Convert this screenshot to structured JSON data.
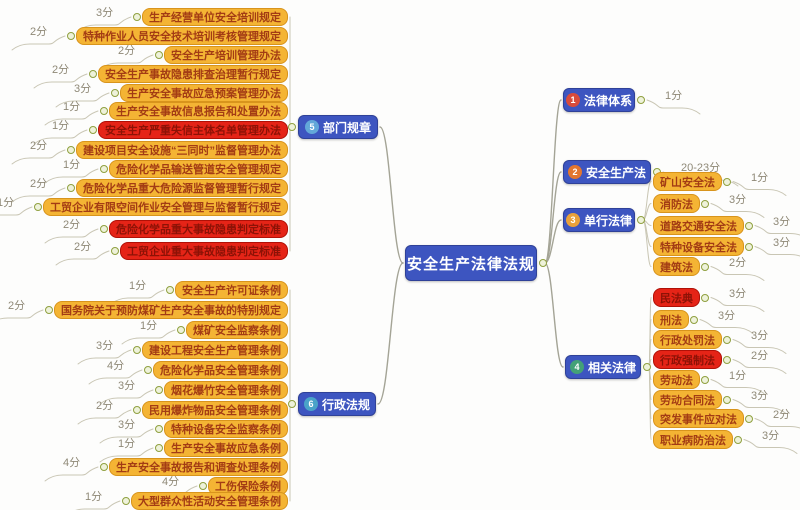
{
  "title": "安全生产法律法规",
  "center": {
    "label": "安全生产法律法规"
  },
  "colors": {
    "branch_node_bg": "#3d55c0",
    "topic_bg": "#f4b434",
    "topic_border": "#d8941c",
    "topic_text": "#a33c14",
    "highlight_bg": "#e52417",
    "highlight_text": "#8c1206",
    "score_text": "#8f8977",
    "connector": "#c9c6b4",
    "toggle_dot": "#8fa03f"
  },
  "branches": [
    {
      "id": "legal-system",
      "number": "1",
      "number_color": "#d84b3c",
      "label": "法律体系",
      "side": "right",
      "score": "1分",
      "children": []
    },
    {
      "id": "work-safety-law",
      "number": "2",
      "number_color": "#e2762f",
      "label": "安全生产法",
      "side": "right",
      "score": "20-23分",
      "children": []
    },
    {
      "id": "single-laws",
      "number": "3",
      "number_color": "#e9a13b",
      "label": "单行法律",
      "side": "right",
      "children": [
        {
          "label": "矿山安全法",
          "score": "1分"
        },
        {
          "label": "消防法",
          "score": "3分"
        },
        {
          "label": "道路交通安全法",
          "score": "3分"
        },
        {
          "label": "特种设备安全法",
          "score": "3分"
        },
        {
          "label": "建筑法",
          "score": "2分"
        }
      ]
    },
    {
      "id": "related-laws",
      "number": "4",
      "number_color": "#43a177",
      "label": "相关法律",
      "side": "right",
      "children": [
        {
          "label": "民法典",
          "score": "3分",
          "highlight": true
        },
        {
          "label": "刑法",
          "score": "3分"
        },
        {
          "label": "行政处罚法",
          "score": "3分"
        },
        {
          "label": "行政强制法",
          "score": "2分",
          "highlight": true
        },
        {
          "label": "劳动法",
          "score": "1分"
        },
        {
          "label": "劳动合同法",
          "score": "3分"
        },
        {
          "label": "突发事件应对法",
          "score": "2分"
        },
        {
          "label": "职业病防治法",
          "score": "3分"
        }
      ]
    },
    {
      "id": "department-rules",
      "number": "5",
      "number_color": "#62a7d9",
      "label": "部门规章",
      "side": "left",
      "children": [
        {
          "label": "生产经营单位安全培训规定",
          "score": "3分"
        },
        {
          "label": "特种作业人员安全技术培训考核管理规定",
          "score": "2分"
        },
        {
          "label": "安全生产培训管理办法",
          "score": "2分"
        },
        {
          "label": "安全生产事故隐患排查治理暂行规定",
          "score": "2分"
        },
        {
          "label": "生产安全事故应急预案管理办法",
          "score": "3分"
        },
        {
          "label": "生产安全事故信息报告和处置办法",
          "score": "1分"
        },
        {
          "label": "安全生产严重失信主体名单管理办法",
          "score": "1分",
          "highlight": true
        },
        {
          "label": "建设项目安全设施“三同时”监督管理办法",
          "score": "2分"
        },
        {
          "label": "危险化学品输送管道安全管理规定",
          "score": "1分"
        },
        {
          "label": "危险化学品重大危险源监督管理暂行规定",
          "score": "2分"
        },
        {
          "label": "工贸企业有限空间作业安全管理与监督暂行规定",
          "score": "1分"
        },
        {
          "label": "危险化学品重大事故隐患判定标准",
          "score": "2分",
          "highlight": true
        },
        {
          "label": "工贸企业重大事故隐患判定标准",
          "score": "2分",
          "highlight": true
        }
      ]
    },
    {
      "id": "admin-regulations",
      "number": "6",
      "number_color": "#4aa3c8",
      "label": "行政法规",
      "side": "left",
      "children": [
        {
          "label": "安全生产许可证条例",
          "score": "1分"
        },
        {
          "label": "国务院关于预防煤矿生产安全事故的特别规定",
          "score": "2分"
        },
        {
          "label": "煤矿安全监察条例",
          "score": "1分"
        },
        {
          "label": "建设工程安全生产管理条例",
          "score": "3分"
        },
        {
          "label": "危险化学品安全管理条例",
          "score": "4分"
        },
        {
          "label": "烟花爆竹安全管理条例",
          "score": "3分"
        },
        {
          "label": "民用爆炸物品安全管理条例",
          "score": "2分"
        },
        {
          "label": "特种设备安全监察条例",
          "score": "3分"
        },
        {
          "label": "生产安全事故应急条例",
          "score": "1分"
        },
        {
          "label": "生产安全事故报告和调查处理条例",
          "score": "4分"
        },
        {
          "label": "工伤保险条例",
          "score": "4分"
        },
        {
          "label": "大型群众性活动安全管理条例",
          "score": "1分"
        }
      ]
    }
  ]
}
